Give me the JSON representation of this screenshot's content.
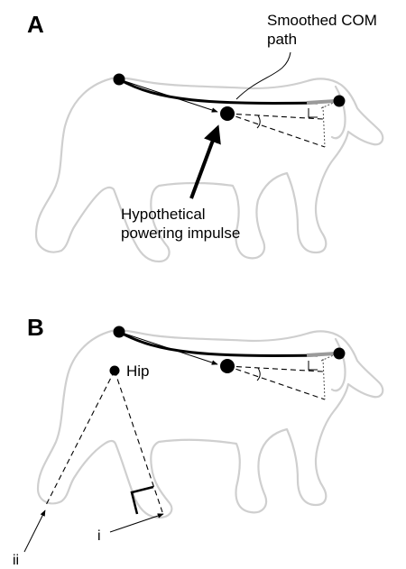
{
  "panels": {
    "a": {
      "letter": "A",
      "com_label_line1": "Smoothed COM",
      "com_label_line2": "path",
      "impulse_label_line1": "Hypothetical",
      "impulse_label_line2": "powering impulse"
    },
    "b": {
      "letter": "B",
      "hip_label": "Hip",
      "marker_i": "i",
      "marker_ii": "ii"
    }
  },
  "colors": {
    "ink": "#000000",
    "dog_outline": "#cfcfcf",
    "grey_segment": "#9a9a9a"
  }
}
